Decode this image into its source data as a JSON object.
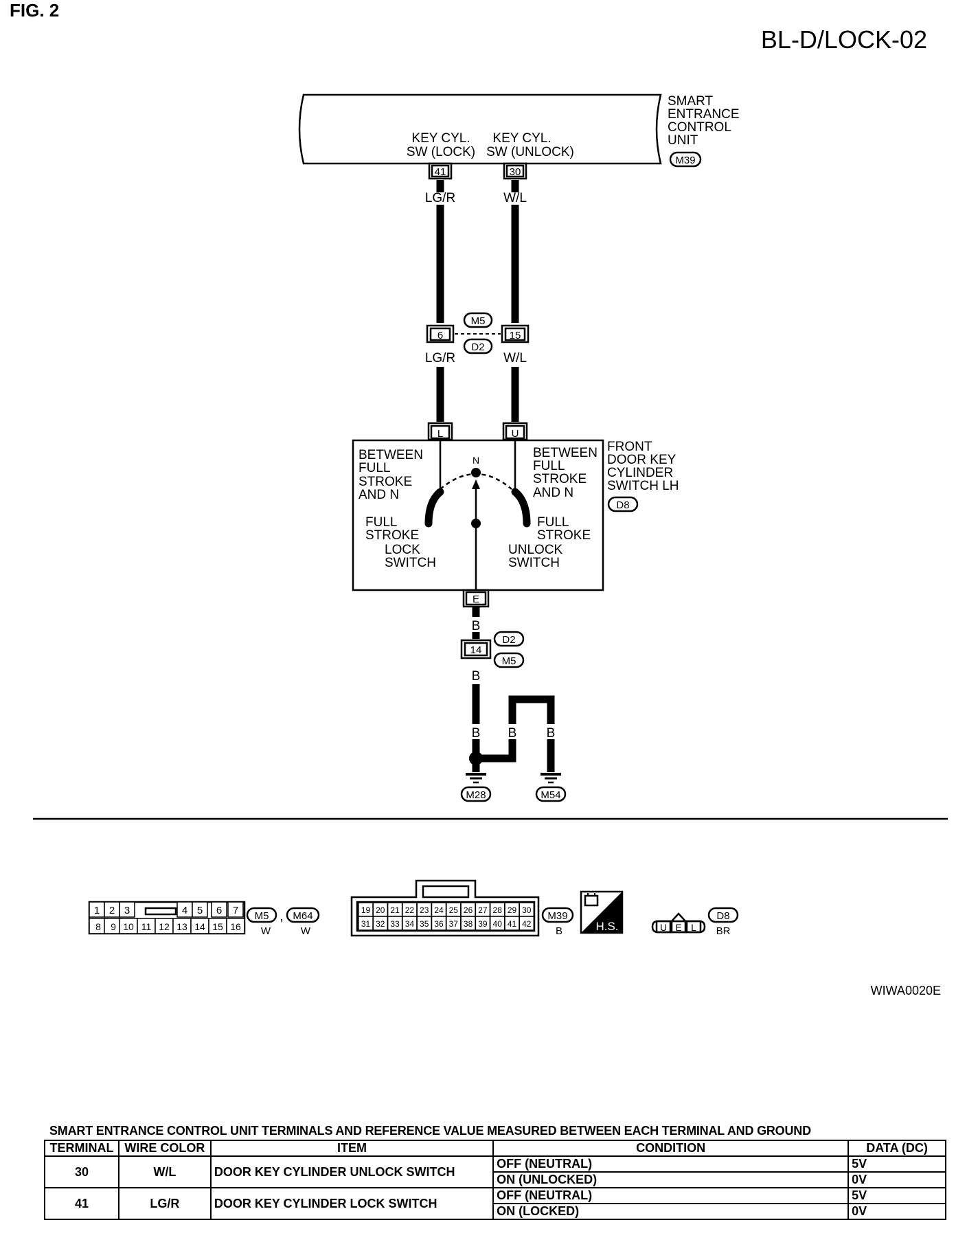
{
  "figure_label": "FIG. 2",
  "diagram_code": "BL-D/LOCK-02",
  "image_code": "WIWA0020E",
  "control_unit": {
    "name_lines": [
      "SMART",
      "ENTRANCE",
      "CONTROL",
      "UNIT"
    ],
    "connector": "M39",
    "pin_lock_label": [
      "KEY CYL.",
      "SW (LOCK)"
    ],
    "pin_unlock_label": [
      "KEY CYL.",
      "SW (UNLOCK)"
    ],
    "pin_lock": "41",
    "pin_unlock": "30"
  },
  "wires": {
    "lock_color": "LG/R",
    "unlock_color": "W/L",
    "ground_color": "B"
  },
  "inline_connector": {
    "top_id": "M5",
    "bottom_id": "D2",
    "pin_lock": "6",
    "pin_unlock": "15",
    "pin_ground": "14",
    "ground_top_id": "D2",
    "ground_bottom_id": "M5"
  },
  "door_switch": {
    "name_lines": [
      "FRONT",
      "DOOR KEY",
      "CYLINDER",
      "SWITCH LH"
    ],
    "connector": "D8",
    "pin_lock": "L",
    "pin_unlock": "U",
    "pin_ground": "E",
    "neutral_label": "N",
    "left_upper": [
      "BETWEEN",
      "FULL",
      "STROKE",
      "AND N"
    ],
    "right_upper": [
      "BETWEEN",
      "FULL",
      "STROKE",
      "AND N"
    ],
    "left_lower": [
      "FULL",
      "STROKE",
      "LOCK",
      "SWITCH"
    ],
    "right_lower": [
      "FULL",
      "STROKE",
      "UNLOCK",
      "SWITCH"
    ]
  },
  "grounds": [
    "M28",
    "M54"
  ],
  "connector_views": {
    "m5": {
      "top_pins": [
        "1",
        "2",
        "3",
        "4",
        "5",
        "6",
        "7"
      ],
      "bottom_pins": [
        "8",
        "9",
        "10",
        "11",
        "12",
        "13",
        "14",
        "15",
        "16"
      ],
      "ids": [
        "M5",
        "M64"
      ],
      "colors": [
        "W",
        "W"
      ],
      "separator": ","
    },
    "m39": {
      "top_pins": [
        "19",
        "20",
        "21",
        "22",
        "23",
        "24",
        "25",
        "26",
        "27",
        "28",
        "29",
        "30"
      ],
      "bottom_pins": [
        "31",
        "32",
        "33",
        "34",
        "35",
        "36",
        "37",
        "38",
        "39",
        "40",
        "41",
        "42"
      ],
      "id": "M39",
      "color": "B",
      "hs_label": "H.S."
    },
    "d8": {
      "pins": [
        "U",
        "E",
        "L"
      ],
      "id": "D8",
      "color": "BR"
    }
  },
  "table": {
    "title": "SMART ENTRANCE CONTROL UNIT TERMINALS AND REFERENCE VALUE MEASURED BETWEEN EACH TERMINAL AND GROUND",
    "headers": [
      "TERMINAL",
      "WIRE COLOR",
      "ITEM",
      "CONDITION",
      "DATA (DC)"
    ],
    "rows": [
      {
        "terminal": "30",
        "wire_color": "W/L",
        "item": "DOOR KEY CYLINDER UNLOCK SWITCH",
        "conditions": [
          {
            "condition": "OFF (NEUTRAL)",
            "data": "5V"
          },
          {
            "condition": "ON (UNLOCKED)",
            "data": "0V"
          }
        ]
      },
      {
        "terminal": "41",
        "wire_color": "LG/R",
        "item": "DOOR KEY CYLINDER LOCK SWITCH",
        "conditions": [
          {
            "condition": "OFF (NEUTRAL)",
            "data": "5V"
          },
          {
            "condition": "ON (LOCKED)",
            "data": "0V"
          }
        ]
      }
    ]
  }
}
